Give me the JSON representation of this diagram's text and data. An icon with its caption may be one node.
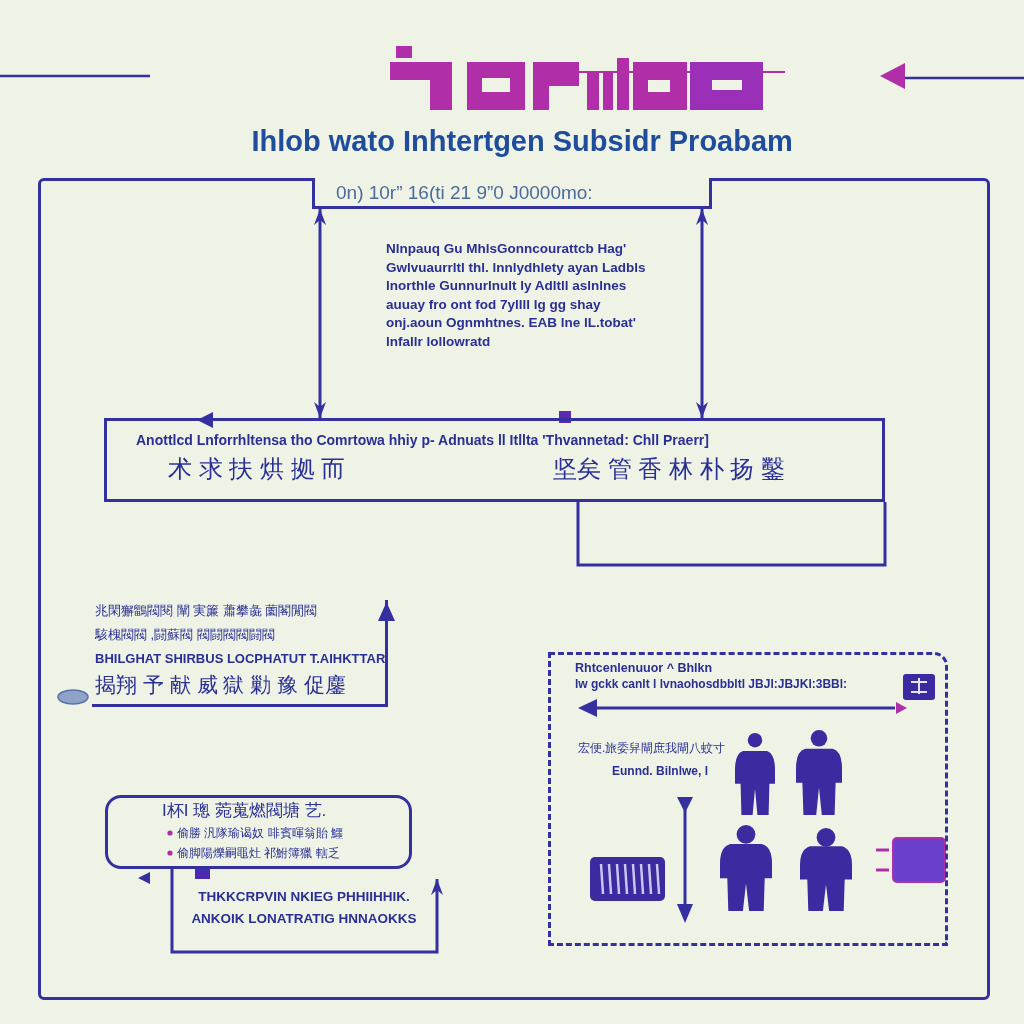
{
  "diagram": {
    "title": "Ihlob wato Inhtertgen Subsidr Proabam",
    "nodes": [
      {
        "text": [],
        "shape": "box"
      },
      {
        "text": [
          "0n) 10r” 16(ti 21 9”0 J0000mo:"
        ],
        "in": 0
      },
      {
        "text": [
          "Anottlcd Lnforrhltensa tho Comrtowa hhiy p- Adnuats ll Itllta 'Thvannetad: Chll Praerr]",
          "术 求 扶 烘 拠 而",
          "坚矣 管 香 林 朴 扬 鑿"
        ],
        "in": 0
      },
      {
        "text": [
          "兆閑獬鶹閥閱 闡 実簾 蕭攀彘 薗閣閒閥",
          "駭槐閥閥 ,闘蘇閥 閥闘閥閥闘閥",
          "BHILGHAT SHIRBUS LOCPHATUT T.AIHKTTAR",
          "揭翔 予 献 威 獄 勦 豫 促鏖"
        ],
        "in": 0
      },
      {
        "text": [
          "Rhtcenlenuuor ^ Bhlkn",
          "lw gckk canlt l lvnaohosdbbltl JBJl:JBJKl:3BBl:",
          "宏便.旅委舁閘庶我閘八蚊寸",
          "Eunnd. Bilnlwe, l"
        ],
        "in": 0
      },
      {
        "text": [
          "I杯I 璁 菀蒐燃閥塘 艺.",
          "偷勝 汎隊瑜谒奴 啡賓暉翁貽 鱷",
          "偷脚陽爍嗣黽灶 祁鮒簿獵 轄乏"
        ],
        "in": 0
      }
    ],
    "edges": [
      {
        "from": 1,
        "to": 2,
        "arrow": "both"
      },
      {
        "from": 1,
        "to": 2,
        "arrow": "both"
      },
      {
        "from": 5,
        "to": null,
        "arrow": "to"
      }
    ],
    "labels": [
      "Nlnpauq Gu MhlsGonncourattcb Hag' Gwlvuaurrltl thl. lnnlydhlety ayan Ladbls lnorthle Gunnurlnult ly Adltll aslnlnes auuay fro ont fod 7yllll lg gg shay onj.aoun Ognmhtnes. EAB lne lL.tobat' lnfallr lollowratd",
      "THKKCRPVIN NKIEG PHHIIHHIK. ANKOIK LONATRATIG HNNAOKKS"
    ]
  }
}
